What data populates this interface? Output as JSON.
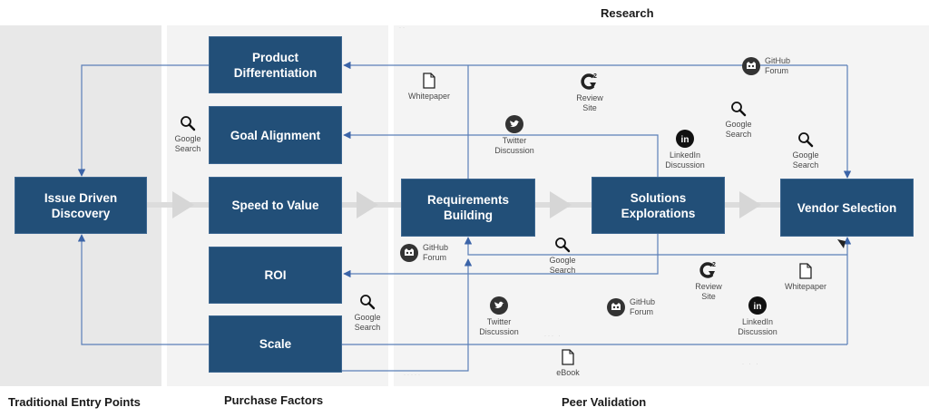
{
  "sections": {
    "research": "Research",
    "traditional_entry_points": "Traditional Entry Points",
    "purchase_factors": "Purchase Factors",
    "peer_validation": "Peer Validation"
  },
  "stages": {
    "issue_driven_discovery": "Issue Driven Discovery",
    "speed_to_value": "Speed to Value",
    "requirements_building": "Requirements Building",
    "solutions_explorations": "Solutions Explorations",
    "vendor_selection": "Vendor Selection"
  },
  "purchase_factors": {
    "product_differentiation": "Product Differentiation",
    "goal_alignment": "Goal Alignment",
    "roi": "ROI",
    "scale": "Scale"
  },
  "sources": [
    {
      "id": "google-search-factors",
      "icon": "search-icon",
      "label": "Google\nSearch"
    },
    {
      "id": "whitepaper-top",
      "icon": "document-icon",
      "label": "Whitepaper"
    },
    {
      "id": "review-site-top",
      "icon": "g2-icon",
      "label": "Review\nSite"
    },
    {
      "id": "github-forum-top",
      "icon": "github-icon",
      "label": "GitHub\nForum"
    },
    {
      "id": "twitter-discussion-top",
      "icon": "twitter-icon",
      "label": "Twitter\nDiscussion"
    },
    {
      "id": "linkedin-discussion-top",
      "icon": "linkedin-icon",
      "label": "LinkedIn\nDiscussion"
    },
    {
      "id": "google-search-top-1",
      "icon": "search-icon",
      "label": "Google\nSearch"
    },
    {
      "id": "google-search-top-2",
      "icon": "search-icon",
      "label": "Google\nSearch"
    },
    {
      "id": "github-forum-mid",
      "icon": "github-icon",
      "label": "GitHub\nForum"
    },
    {
      "id": "google-search-mid",
      "icon": "search-icon",
      "label": "Google\nSearch"
    },
    {
      "id": "google-search-scale",
      "icon": "search-icon",
      "label": "Google\nSearch"
    },
    {
      "id": "review-site-bottom",
      "icon": "g2-icon",
      "label": "Review\nSite"
    },
    {
      "id": "whitepaper-bottom",
      "icon": "document-icon",
      "label": "Whitepaper"
    },
    {
      "id": "twitter-discussion-bottom",
      "icon": "twitter-icon",
      "label": "Twitter\nDiscussion"
    },
    {
      "id": "github-forum-bottom",
      "icon": "github-icon",
      "label": "GitHub\nForum"
    },
    {
      "id": "linkedin-discussion-bottom",
      "icon": "linkedin-icon",
      "label": "LinkedIn\nDiscussion"
    },
    {
      "id": "ebook",
      "icon": "document-icon",
      "label": "eBook"
    }
  ],
  "colors": {
    "box": "#224f78",
    "connector": "#5b7fb8",
    "flow_arrow": "#d6d6d6"
  }
}
